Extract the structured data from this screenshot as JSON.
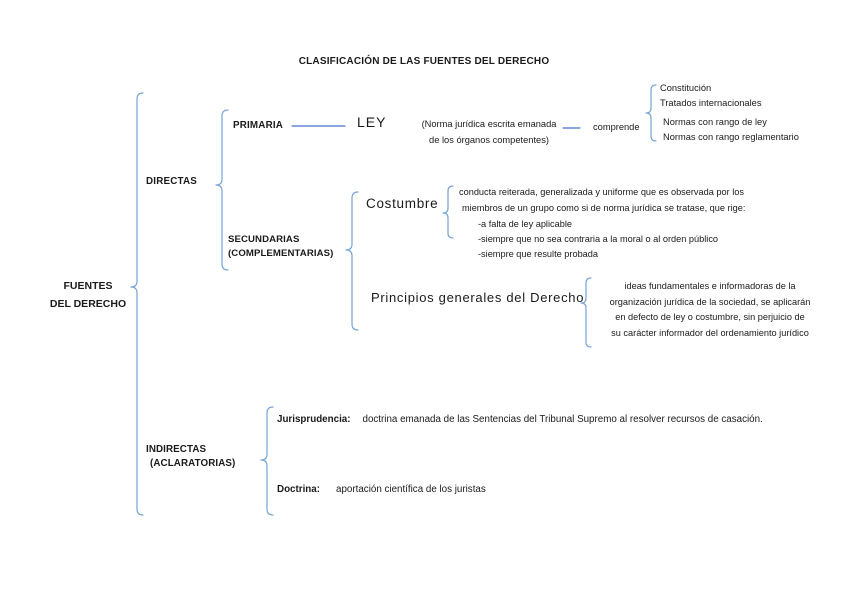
{
  "title": "CLASIFICACIÓN DE LAS FUENTES DEL DERECHO",
  "root": {
    "line1": "FUENTES",
    "line2": "DEL DERECHO"
  },
  "directas": {
    "label": "DIRECTAS",
    "primaria": {
      "label": "PRIMARIA",
      "ley": "LEY",
      "ley_note_line1": "(Norma jurídica escrita emanada",
      "ley_note_line2": "de los órganos competentes)",
      "comprende": "comprende",
      "items": [
        "Constitución",
        "Tratados internacionales",
        "Normas con rango de ley",
        "Normas con rango reglamentario"
      ]
    },
    "secundarias": {
      "label_line1": "SECUNDARIAS",
      "label_line2": "(COMPLEMENTARIAS)",
      "costumbre": {
        "label": "Costumbre",
        "desc_line1": "conducta reiterada, generalizada y uniforme que es observada por los",
        "desc_line2": "miembros de un grupo como si de norma jurídica se tratase, que rige:",
        "conditions": [
          "-a falta de ley aplicable",
          "-siempre que no sea contraria a la moral o al orden público",
          "-siempre que resulte probada"
        ]
      },
      "principios": {
        "label": "Principios generales del Derecho",
        "desc_lines": [
          "ideas fundamentales e informadoras de la",
          "organización jurídica de la sociedad, se aplicarán",
          "en defecto de ley o costumbre, sin perjuicio de",
          "su carácter informador del ordenamiento jurídico"
        ]
      }
    }
  },
  "indirectas": {
    "label_line1": "INDIRECTAS",
    "label_line2": "(ACLARATORIAS)",
    "jurisprudencia_term": "Jurisprudencia:",
    "jurisprudencia_def": "doctrina emanada de las Sentencias del Tribunal Supremo al resolver recursos de casación.",
    "doctrina_term": "Doctrina:",
    "doctrina_def": "aportación científica de los juristas"
  },
  "colors": {
    "brace": "#7ca6d8",
    "arrow": "#4472c4",
    "text": "#1a1a1a"
  }
}
